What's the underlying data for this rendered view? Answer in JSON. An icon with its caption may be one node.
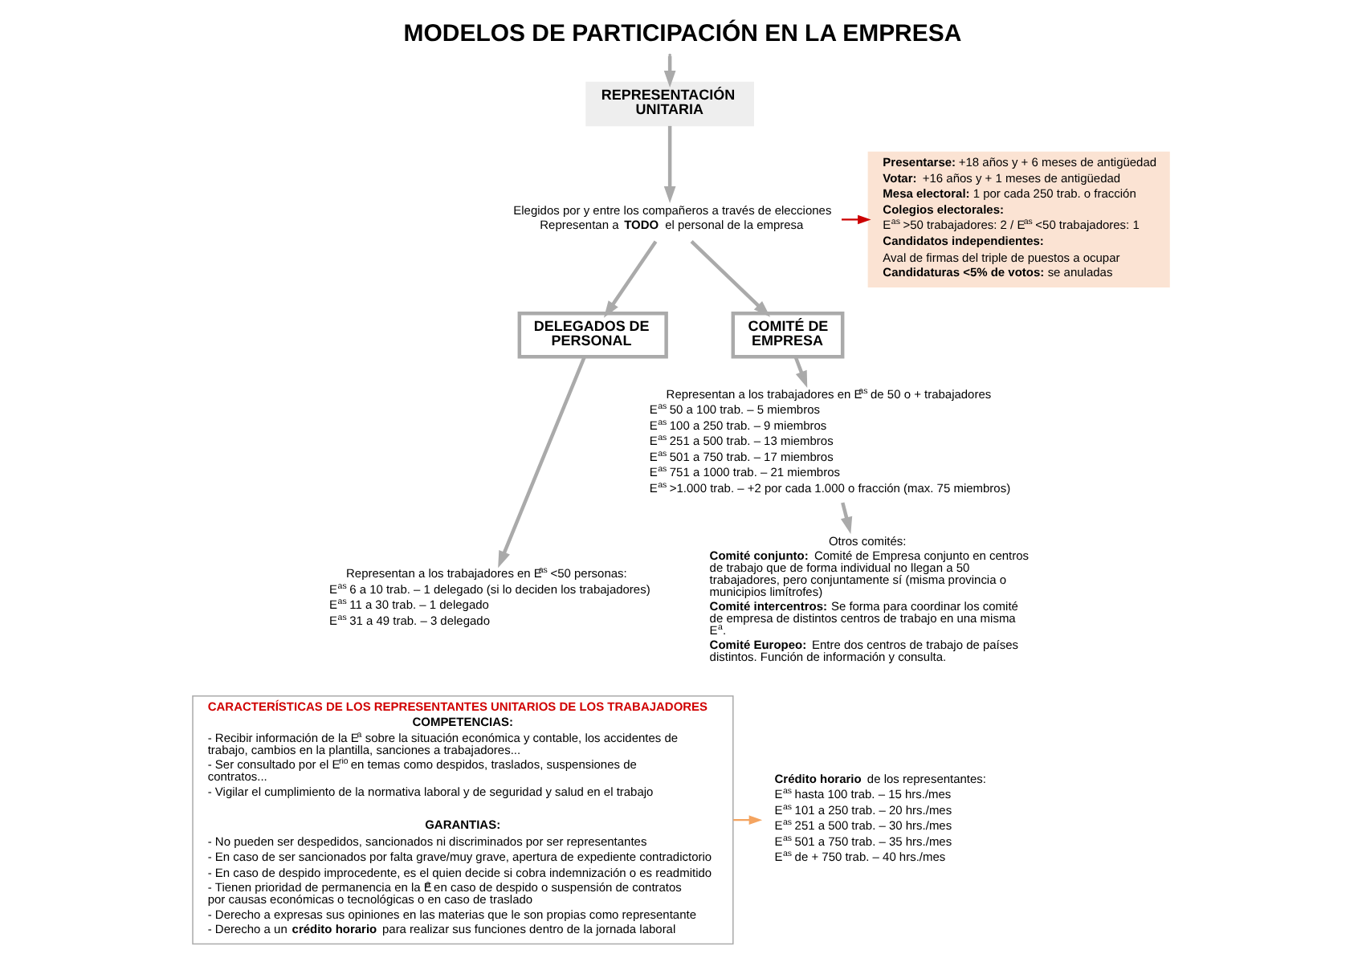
{
  "diagram": {
    "title": "MODELOS DE PARTICIPACIÓN EN LA EMPRESA",
    "nodes": [
      {
        "text": [
          "REPRESENTACIÓN UNITARIA"
        ]
      },
      {
        "text": [
          "Elegidos por y entre los compañeros a través de elecciones",
          "Representan a **TODO** el personal de la empresa"
        ]
      },
      {
        "text": [
          "**Presentarse:** +18 años y + 6 meses de antigüedad",
          "**Votar:** +16 años y + 1 meses de antigüedad",
          "**Mesa electoral:** 1 por cada 250 trab. o fracción",
          "**Colegios electorales:**",
          "E$^{as}$ >50 trabajadores: 2 / E$^{as}$ <50 trabajadores: 1",
          "**Candidatos independientes:**",
          "Aval de firmas del triple de puestos a ocupar",
          "**Candidaturas <5% de votos:** se anuladas"
        ]
      },
      {
        "text": [
          "DELEGADOS DE PERSONAL"
        ]
      },
      {
        "text": [
          "Representan a los trabajadores en E$^{as}$ <50 personas:",
          "E$^{as}$ 6 a 10 trab. – 1 delegado (si lo deciden los trabajadores)",
          "E$^{as}$ 11 a 30 trab. – 1 delegado",
          "E$^{as}$ 31 a 49 trab. – 3 delegado"
        ]
      },
      {
        "text": [
          "COMITÉ DE EMPRESA"
        ]
      },
      {
        "text": [
          "Representan a los trabajadores en E$^{as}$ de 50 o + trabajadores",
          "E$^{as}$ 50 a 100 trab. – 5 miembros",
          "E$^{as}$ 100 a 250 trab. – 9 miembros",
          "E$^{as}$ 251 a 500 trab. – 13 miembros",
          "E$^{as}$ 501 a 750 trab. – 17 miembros",
          "E$^{as}$ 751 a 1000 trab. – 21 miembros",
          "E$^{as}$ >1.000 trab. – +2 por cada 1.000 o fracción (max. 75 miembros)"
        ]
      },
      {
        "text": [
          "Otros comités:",
          "**Comité conjunto:** Comité de Empresa conjunto en centros de trabajo que de forma individual no llegan a 50 trabajadores, pero conjuntamente sí (misma provincia o municipios limítrofes)",
          "**Comité intercentros:** Se forma para coordinar los comité de empresa de distintos centros de trabajo en una misma E$^{a}$.",
          "**Comité Europeo:** Entre dos centros de trabajo de países distintos. Función de información y consulta."
        ]
      },
      {
        "text": [
          "CARACTERÍSTICAS DE LOS REPRESENTANTES UNITARIOS DE LOS TRABAJADORES",
          "COMPETENCIAS:",
          "- Recibir información de la E$^{a}$ sobre la situación económica y contable, los accidentes de trabajo, cambios en la plantilla, sanciones a trabajadores...",
          "- Ser consultado por el E$^{rio}$ en temas como despidos, traslados, suspensiones de contratos...",
          "- Vigilar el cumplimiento de la normativa laboral y de seguridad y salud en el trabajo",
          "GARANTIAS:",
          "- No pueden ser despedidos, sancionados ni discriminados por ser representantes",
          "- En caso de ser sancionados por falta grave/muy grave, apertura de expediente contradictorio",
          "- En caso de despido improcedente, es el quien decide si cobra indemnización o es readmitido",
          "- Tienen prioridad de permanencia en la E$^{a}$ en caso de despido o suspensión de contratos por causas económicas o tecnológicas o en caso de traslado",
          "- Derecho a expresas sus opiniones en las materias que le son propias como representante",
          "- Derecho a un **crédito horario** para realizar sus funciones dentro de la jornada laboral"
        ]
      },
      {
        "text": [
          "**Crédito horario** de los representantes:",
          "E$^{as}$ hasta 100 trab. – 15 hrs./mes",
          "E$^{as}$ 101 a 250 trab. – 20 hrs./mes",
          "E$^{as}$ 251 a 500 trab. – 30 hrs./mes",
          "E$^{as}$ 501 a 750 trab. – 35 hrs./mes",
          "E$^{as}$ de + 750 trab. – 40 hrs./mes"
        ]
      }
    ],
    "edges": [
      {
        "from": null,
        "to": 0,
        "arrow": "to"
      },
      {
        "from": 0,
        "to": 1,
        "arrow": "to"
      },
      {
        "from": 1,
        "to": 2,
        "arrow": "to",
        "color": "#cc0000"
      },
      {
        "from": 1,
        "to": 3,
        "arrow": "to"
      },
      {
        "from": 1,
        "to": 5,
        "arrow": "to"
      },
      {
        "from": 3,
        "to": 4,
        "arrow": "to"
      },
      {
        "from": 5,
        "to": 6,
        "arrow": "to"
      },
      {
        "from": 6,
        "to": 7,
        "arrow": "to"
      },
      {
        "from": 8,
        "to": 9,
        "arrow": "to",
        "color": "#f4a460"
      }
    ]
  }
}
